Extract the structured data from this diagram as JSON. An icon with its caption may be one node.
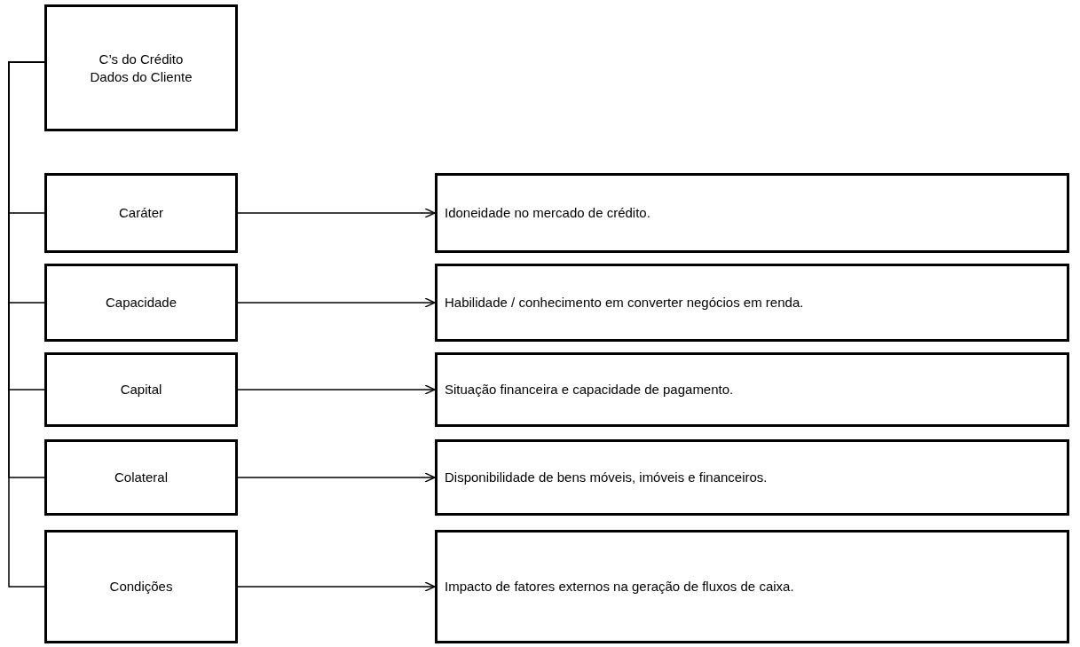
{
  "diagram": {
    "nodes": [
      {
        "text": [
          "C’s do Crédito",
          "Dados do Cliente"
        ]
      },
      {
        "text": [
          "Caráter"
        ]
      },
      {
        "text": [
          "Idoneidade no mercado de crédito."
        ]
      },
      {
        "text": [
          "Capacidade"
        ]
      },
      {
        "text": [
          "Habilidade / conhecimento em converter negócios em renda."
        ]
      },
      {
        "text": [
          "Capital"
        ]
      },
      {
        "text": [
          "Situação financeira e capacidade de pagamento."
        ]
      },
      {
        "text": [
          "Colateral"
        ]
      },
      {
        "text": [
          "Disponibilidade de bens móveis, imóveis e financeiros."
        ]
      },
      {
        "text": [
          "Condições"
        ]
      },
      {
        "text": [
          "Impacto de fatores externos na geração de fluxos de caixa."
        ]
      }
    ],
    "edges": [
      {
        "from": 0,
        "to": 1,
        "arrow": "none"
      },
      {
        "from": 0,
        "to": 3,
        "arrow": "none"
      },
      {
        "from": 0,
        "to": 5,
        "arrow": "none"
      },
      {
        "from": 0,
        "to": 7,
        "arrow": "none"
      },
      {
        "from": 0,
        "to": 9,
        "arrow": "none"
      },
      {
        "from": 1,
        "to": 2,
        "arrow": "to"
      },
      {
        "from": 3,
        "to": 4,
        "arrow": "to"
      },
      {
        "from": 5,
        "to": 6,
        "arrow": "to"
      },
      {
        "from": 7,
        "to": 8,
        "arrow": "to"
      },
      {
        "from": 9,
        "to": 10,
        "arrow": "to"
      }
    ]
  }
}
